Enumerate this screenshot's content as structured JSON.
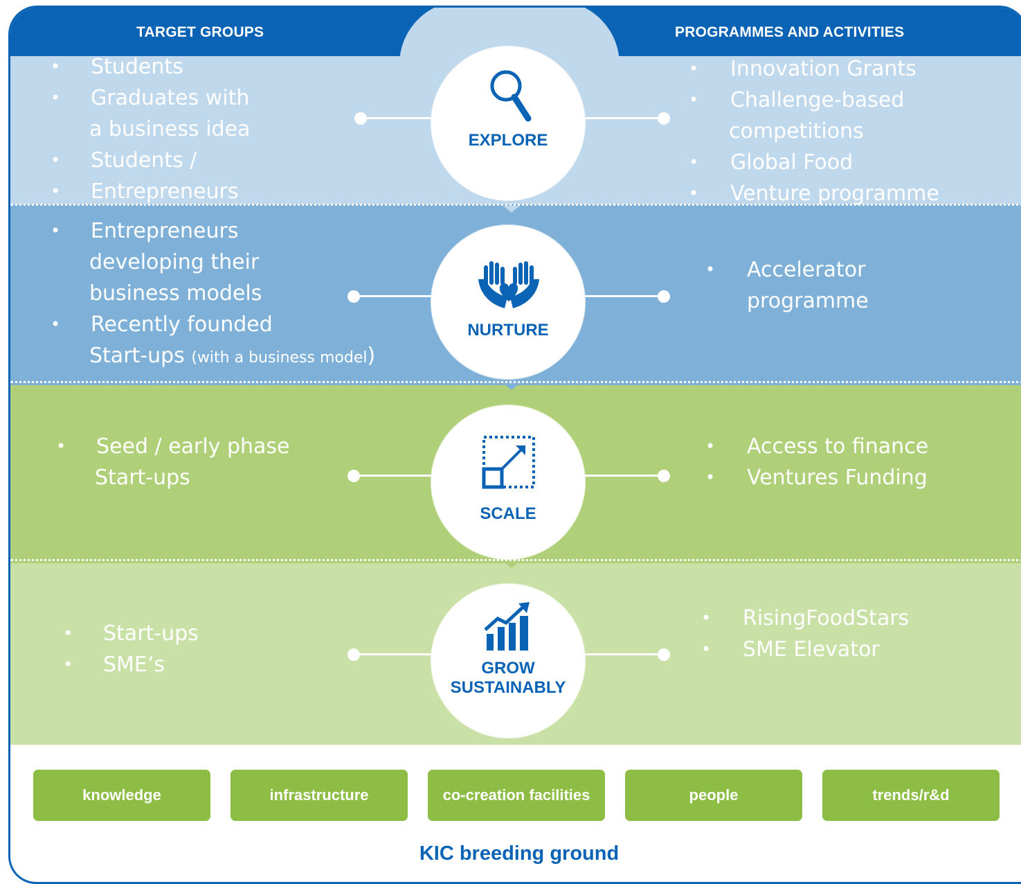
{
  "header": {
    "left_title": "TARGET GROUPS",
    "right_title": "PROGRAMMES AND ACTIVITIES"
  },
  "stages": [
    {
      "label": "EXPLORE",
      "icon": "magnifier-icon",
      "target_groups": [
        "Students",
        "Graduates with",
        "a business idea",
        "Students /",
        "Entrepreneurs"
      ],
      "programmes": [
        "Innovation Grants",
        "Challenge-based",
        "competitions",
        "Global Food",
        "Venture programme"
      ]
    },
    {
      "label": "NURTURE",
      "icon": "caring-hands-icon",
      "target_groups": [
        "Entrepreneurs",
        "developing their",
        "business models",
        "Recently founded",
        "Start-ups",
        "(with a business model",
        ")"
      ],
      "programmes": [
        "Accelerator",
        "programme"
      ]
    },
    {
      "label": "SCALE",
      "icon": "scale-up-icon",
      "target_groups": [
        "Seed / early phase",
        "Start-ups"
      ],
      "programmes": [
        "Access to finance",
        "Ventures Funding"
      ]
    },
    {
      "label_line1": "GROW",
      "label_line2": "SUSTAINABLY",
      "icon": "growth-chart-icon",
      "target_groups": [
        "Start-ups",
        "SME’s"
      ],
      "programmes": [
        "RisingFoodStars",
        "SME Elevator"
      ]
    }
  ],
  "pillars": [
    "knowledge",
    "infrastructure",
    "co-creation facilities",
    "people",
    "trends/r&d"
  ],
  "footer": {
    "title": "KIC breeding ground"
  },
  "colors": {
    "brand_blue": "#0a63b4",
    "explore_band": "#c0d8ec",
    "nurture_band": "#7fb1d8",
    "scale_band": "#afd078",
    "grow_band": "#c9e0a6",
    "pillar_green": "#8dbd45"
  }
}
